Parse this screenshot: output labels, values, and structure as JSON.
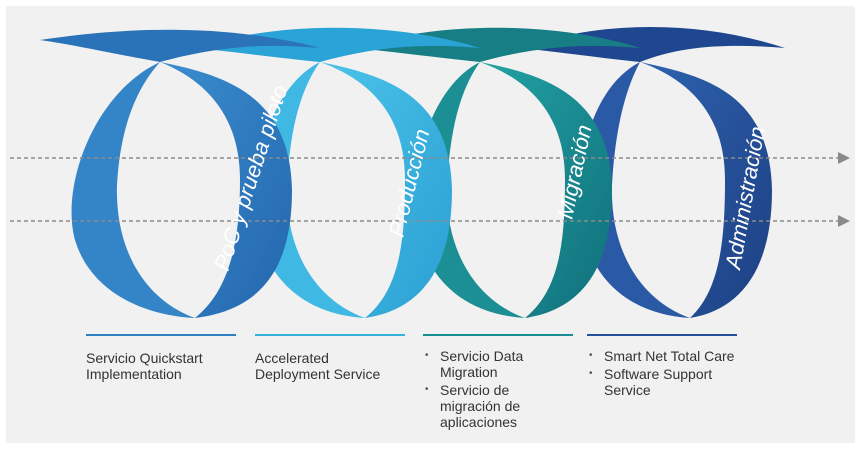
{
  "colors": {
    "background": "#f1f1f1",
    "loop_1": "#2f7fc1",
    "loop_2": "#35b3df",
    "loop_3": "#1a8f93",
    "loop_4": "#27509b",
    "arrow": "#8a8a8a"
  },
  "phases": [
    {
      "label": "PoC y prueba piloto",
      "color": "#2f7fc1"
    },
    {
      "label": "Producción",
      "color": "#35b3df"
    },
    {
      "label": "Migración",
      "color": "#1a8f93"
    },
    {
      "label": "Administración",
      "color": "#27509b"
    }
  ],
  "stages": [
    {
      "text": "Servicio Quickstart Implementation",
      "bullets": []
    },
    {
      "text": "Accelerated Deployment Service",
      "bullets": []
    },
    {
      "text": "",
      "bullets": [
        "Servicio Data Migration",
        "Servicio de migración de aplicaciones"
      ]
    },
    {
      "text": "",
      "bullets": [
        "Smart Net Total Care",
        "Software Support Service"
      ]
    }
  ]
}
